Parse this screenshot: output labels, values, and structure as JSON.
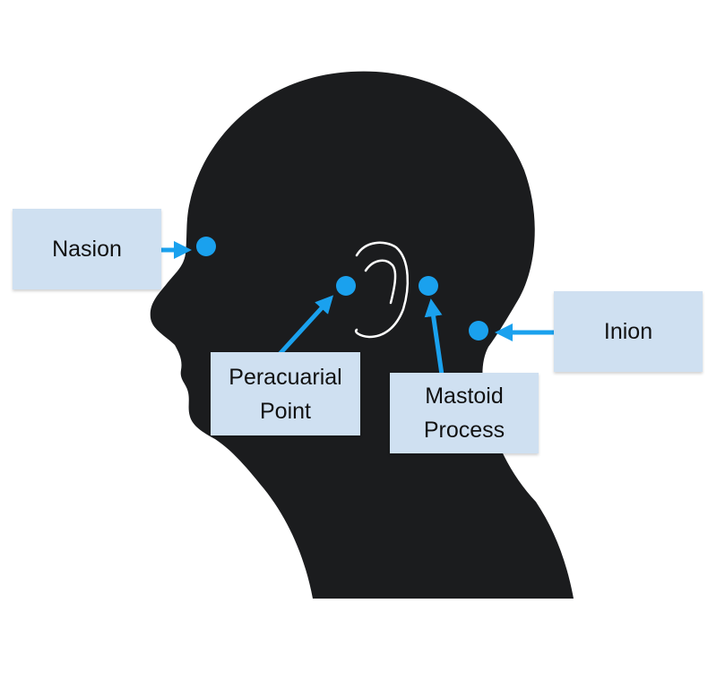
{
  "colors": {
    "silhouette": "#1b1c1e",
    "marker": "#1aa1ee",
    "label_fill": "#cfe0f1",
    "ear_outline": "#ffffff"
  },
  "landmarks": [
    {
      "id": "nasion",
      "label_lines": [
        "Nasion"
      ]
    },
    {
      "id": "peracuarial",
      "label_lines": [
        "Peracuarial",
        "Point"
      ]
    },
    {
      "id": "mastoid",
      "label_lines": [
        "Mastoid",
        "Process"
      ]
    },
    {
      "id": "inion",
      "label_lines": [
        "Inion"
      ]
    }
  ]
}
